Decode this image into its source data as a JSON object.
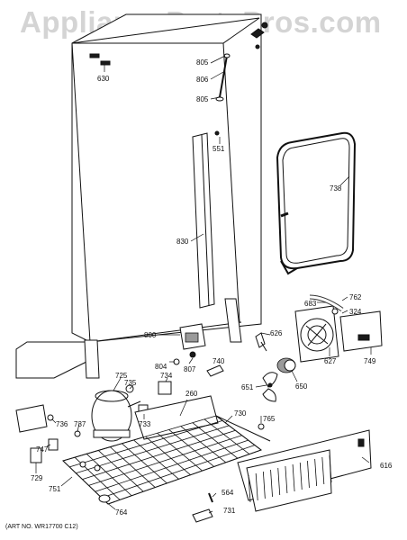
{
  "watermark": "AppliancePartsPros.com",
  "art_number": "(ART NO. WR17700 C12)",
  "callouts": {
    "c630": "630",
    "c805a": "805",
    "c806": "806",
    "c805b": "805",
    "c551": "551",
    "c830": "830",
    "c738": "738",
    "c683": "683",
    "c762": "762",
    "c324": "324",
    "c800": "800",
    "c626": "626",
    "c804": "804",
    "c807": "807",
    "c740": "740",
    "c627": "627",
    "c749": "749",
    "c725": "725",
    "c735": "735",
    "c734": "734",
    "c260": "260",
    "c651": "651",
    "c650": "650",
    "c736": "736",
    "c737": "737",
    "c733": "733",
    "c730": "730",
    "c765": "765",
    "c747": "747",
    "c729": "729",
    "c751": "751",
    "c616": "616",
    "c564": "564",
    "c764": "764",
    "c731": "731"
  }
}
